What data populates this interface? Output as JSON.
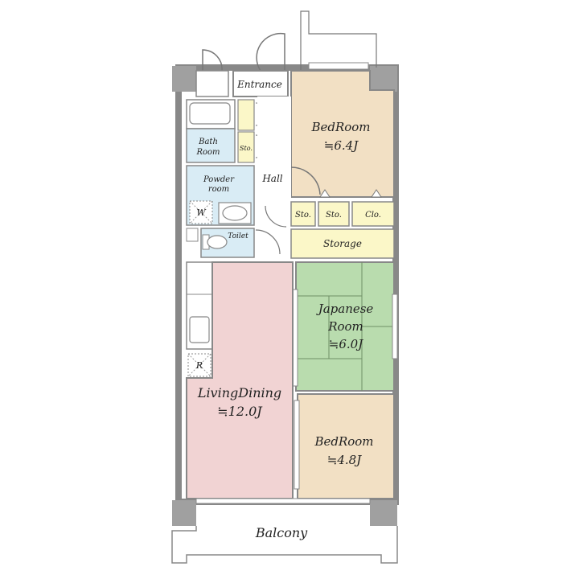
{
  "rooms": {
    "entrance": "Entrance",
    "bedroom_1": {
      "name": "BedRoom",
      "size": "≒6.4J"
    },
    "bath": {
      "line1": "Bath",
      "line2": "Room"
    },
    "sto_small": "Sto.",
    "hall": "Hall",
    "powder": {
      "line1": "Powder",
      "line2": "room"
    },
    "washer_mark": "W",
    "sto_1": "Sto.",
    "sto_2": "Sto.",
    "clo": "Clo.",
    "toilet": "Toilet",
    "storage": "Storage",
    "japanese": {
      "line1": "Japanese",
      "line2": "Room",
      "size": "≒6.0J"
    },
    "fridge_mark": "R",
    "living": {
      "name": "LivingDining",
      "size": "≒12.0J"
    },
    "bedroom_2": {
      "name": "BedRoom",
      "size": "≒4.8J"
    },
    "balcony": "Balcony"
  },
  "colors": {
    "bedroom": "#f2e0c4",
    "wet": "#d9ecf5",
    "storage": "#fbf7c8",
    "japanese": "#b9dcae",
    "living": "#f1d3d3",
    "wall": "#888888",
    "column": "#a0a0a0"
  }
}
